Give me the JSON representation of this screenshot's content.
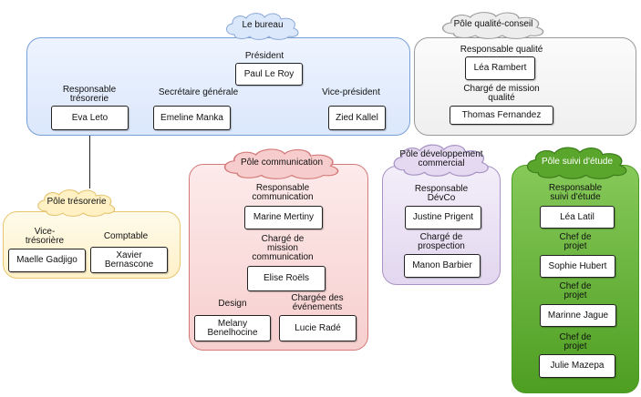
{
  "groups": {
    "bureau": {
      "title": "Le bureau",
      "roles": [
        "Président",
        "Responsable\ntrésorerie",
        "Secrétaire générale",
        "Vice-président"
      ],
      "people": [
        "Paul Le Roy",
        "Eva Leto",
        "Emeline Manka",
        "Zied Kallel"
      ]
    },
    "qualite": {
      "title": "Pôle qualité-conseil",
      "roles": [
        "Responsable qualité",
        "Chargé de mission\nqualité"
      ],
      "people": [
        "Léa Rambert",
        "Thomas Fernandez"
      ]
    },
    "tresorerie": {
      "title": "Pôle trésorerie",
      "roles": [
        "Vice-\ntrésorière",
        "Comptable"
      ],
      "people": [
        "Maelle Gadjigo",
        "Xavier\nBernascone"
      ]
    },
    "communication": {
      "title": "Pôle communication",
      "roles": [
        "Responsable\ncommunication",
        "Chargé de\nmission\ncommunication",
        "Design",
        "Chargée des\névénements"
      ],
      "people": [
        "Marine Mertiny",
        "Elise Roëls",
        "Melany\nBenelhocine",
        "Lucie Radé"
      ]
    },
    "developpement": {
      "title": "Pôle développement\ncommercial",
      "roles": [
        "Responsable\nDévCo",
        "Chargé de\nprospection"
      ],
      "people": [
        "Justine Prigent",
        "Manon Barbier"
      ]
    },
    "suivi": {
      "title": "Pôle suivi d'étude",
      "roles": [
        "Responsable\nsuivi d'étude",
        "Chef de\nprojet",
        "Chef de\nprojet",
        "Chef de\nprojet"
      ],
      "people": [
        "Léa Latil",
        "Sophie Hubert",
        "Marinne Jague",
        "Julie Mazepa"
      ]
    }
  },
  "colors": {
    "bureau_cloud": "#dbe8fb",
    "qualite_cloud": "#ededed",
    "tresorerie_cloud": "#fff1c4",
    "communication_cloud": "#f7cccc",
    "developpement_cloud": "#e5d9f2",
    "suivi_cloud": "#5aa62c"
  }
}
